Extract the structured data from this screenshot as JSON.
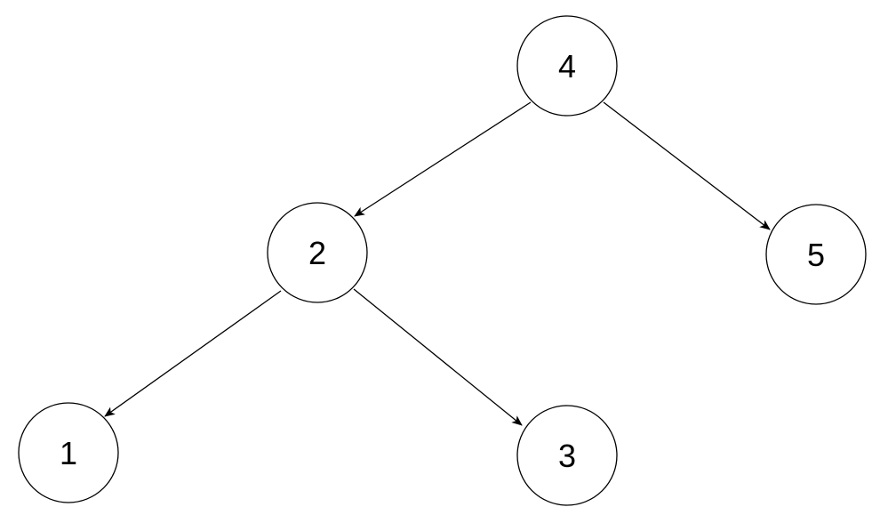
{
  "colors": {
    "node_fill": "#ffffff",
    "node_stroke": "#000000",
    "edge_stroke": "#000000",
    "text": "#000000"
  },
  "nodes": [
    {
      "id": "n4",
      "label": "4"
    },
    {
      "id": "n2",
      "label": "2"
    },
    {
      "id": "n5",
      "label": "5"
    },
    {
      "id": "n1",
      "label": "1"
    },
    {
      "id": "n3",
      "label": "3"
    }
  ],
  "edges": [
    {
      "from": "n4",
      "to": "n2"
    },
    {
      "from": "n4",
      "to": "n5"
    },
    {
      "from": "n2",
      "to": "n1"
    },
    {
      "from": "n2",
      "to": "n3"
    }
  ]
}
